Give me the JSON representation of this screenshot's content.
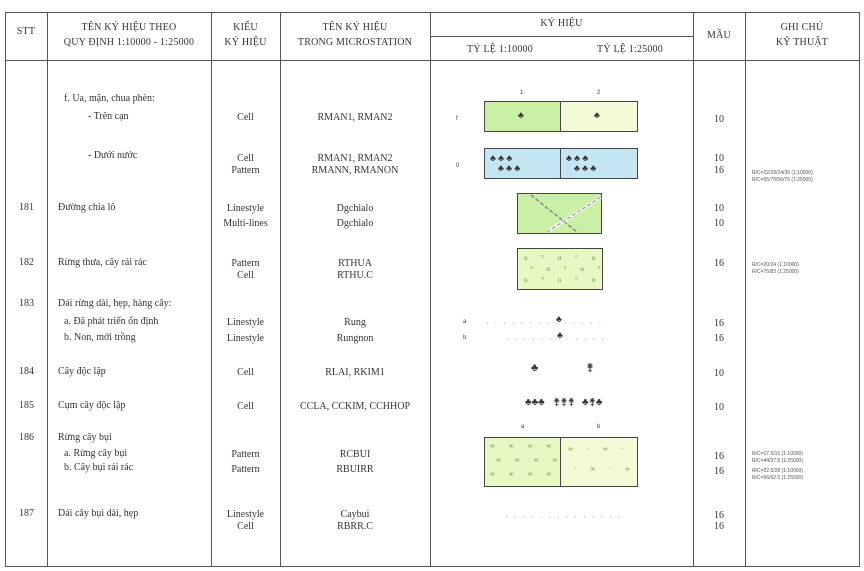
{
  "header": {
    "stt": "STT",
    "ten_ky_hieu_theo": [
      "TÊN KÝ HIỆU THEO",
      "QUY ĐỊNH 1:10000 - 1:25000"
    ],
    "kieu_ky_hieu": [
      "KIỂU",
      "KÝ HIỆU"
    ],
    "ten_ky_hieu_ms": [
      "TÊN KÝ HIỆU",
      "TRONG MICROSTATION"
    ],
    "ky_hieu": "KÝ HIỆU",
    "ty_le_10000": "TỶ LỆ 1:10000",
    "ty_le_25000": "TỶ LỆ 1:25000",
    "mau": "MẦU",
    "ghi_chu": [
      "GHI CHÚ",
      "KỸ THUẬT"
    ]
  },
  "rows": [
    {
      "stt": "",
      "names": [
        "f. Ua, mặn, chua phèn:",
        "- Trên cạn",
        "- Dưới nước"
      ],
      "kieu": [
        "Cell",
        "Cell",
        "Pattern"
      ],
      "ms": [
        "RMAN1, RMAN2",
        "RMAN1, RMAN2",
        "RMANN, RMANON"
      ],
      "mau": [
        "10",
        "10",
        "16"
      ],
      "symbol_labels": [
        "1",
        "2",
        "f",
        "0"
      ],
      "notes": [
        "R/C=22/29/24/30 (1:10000)",
        "R/C=55/70/56/75 (1:25000)"
      ]
    },
    {
      "stt": "181",
      "names": [
        "Đường chia lô"
      ],
      "kieu": [
        "Linestyle",
        "Multi-lines"
      ],
      "ms": [
        "Dgchialo",
        "Dgchialo"
      ],
      "mau": [
        "10",
        "10"
      ]
    },
    {
      "stt": "182",
      "names": [
        "Rừng thưa, cây rải rác"
      ],
      "kieu": [
        "Pattern",
        "Cell"
      ],
      "ms": [
        "RTHUA",
        "RTHU.C"
      ],
      "mau": [
        "16"
      ],
      "notes": [
        "R/C=20/24 (1:10000)",
        "R/C=75/83 (1:25000)"
      ]
    },
    {
      "stt": "183",
      "names": [
        "Dải rừng dài, hẹp, hàng cây:",
        "a. Đã phát triển ổn định",
        "b. Non, mới trồng"
      ],
      "kieu": [
        "Linestyle",
        "Linestyle"
      ],
      "ms": [
        "Rung",
        "Rungnon"
      ],
      "mau": [
        "16",
        "16"
      ],
      "symbol_labels": [
        "a",
        "b"
      ]
    },
    {
      "stt": "184",
      "names": [
        "Cây độc lập"
      ],
      "kieu": [
        "Cell"
      ],
      "ms": [
        "RLAI, RKIM1"
      ],
      "mau": [
        "10"
      ]
    },
    {
      "stt": "185",
      "names": [
        "Cụm cây độc lập"
      ],
      "kieu": [
        "Cell"
      ],
      "ms": [
        "CCLA, CCKIM, CCHHOP"
      ],
      "mau": [
        "10"
      ]
    },
    {
      "stt": "186",
      "names": [
        "Rừng cây bụi",
        "a. Rừng cây bụi",
        "b. Cây bụi rải rác"
      ],
      "kieu": [
        "Pattern",
        "Pattern"
      ],
      "ms": [
        "RCBUI",
        "RBUIRR"
      ],
      "mau": [
        "16",
        "16"
      ],
      "symbol_labels": [
        "a",
        "b"
      ],
      "notes": [
        "R/C=17.5/15 (1:10000)",
        "R/C=44/37.5 (1:25000)",
        "R/C=22.5/28 (1:10000)",
        "R/C=56/62.5 (1:25000)"
      ]
    },
    {
      "stt": "187",
      "names": [
        "Dải cây bụi dài, hẹp"
      ],
      "kieu": [
        "Linestyle",
        "Cell"
      ],
      "ms": [
        "Caybui",
        "RBRR.C"
      ],
      "mau": [
        "16",
        "16"
      ]
    }
  ],
  "colors": {
    "green_fill": "#c9f0a4",
    "pale_fill": "#f2fbd6",
    "blue_fill": "#c4e6f2",
    "rule": "#555555"
  }
}
